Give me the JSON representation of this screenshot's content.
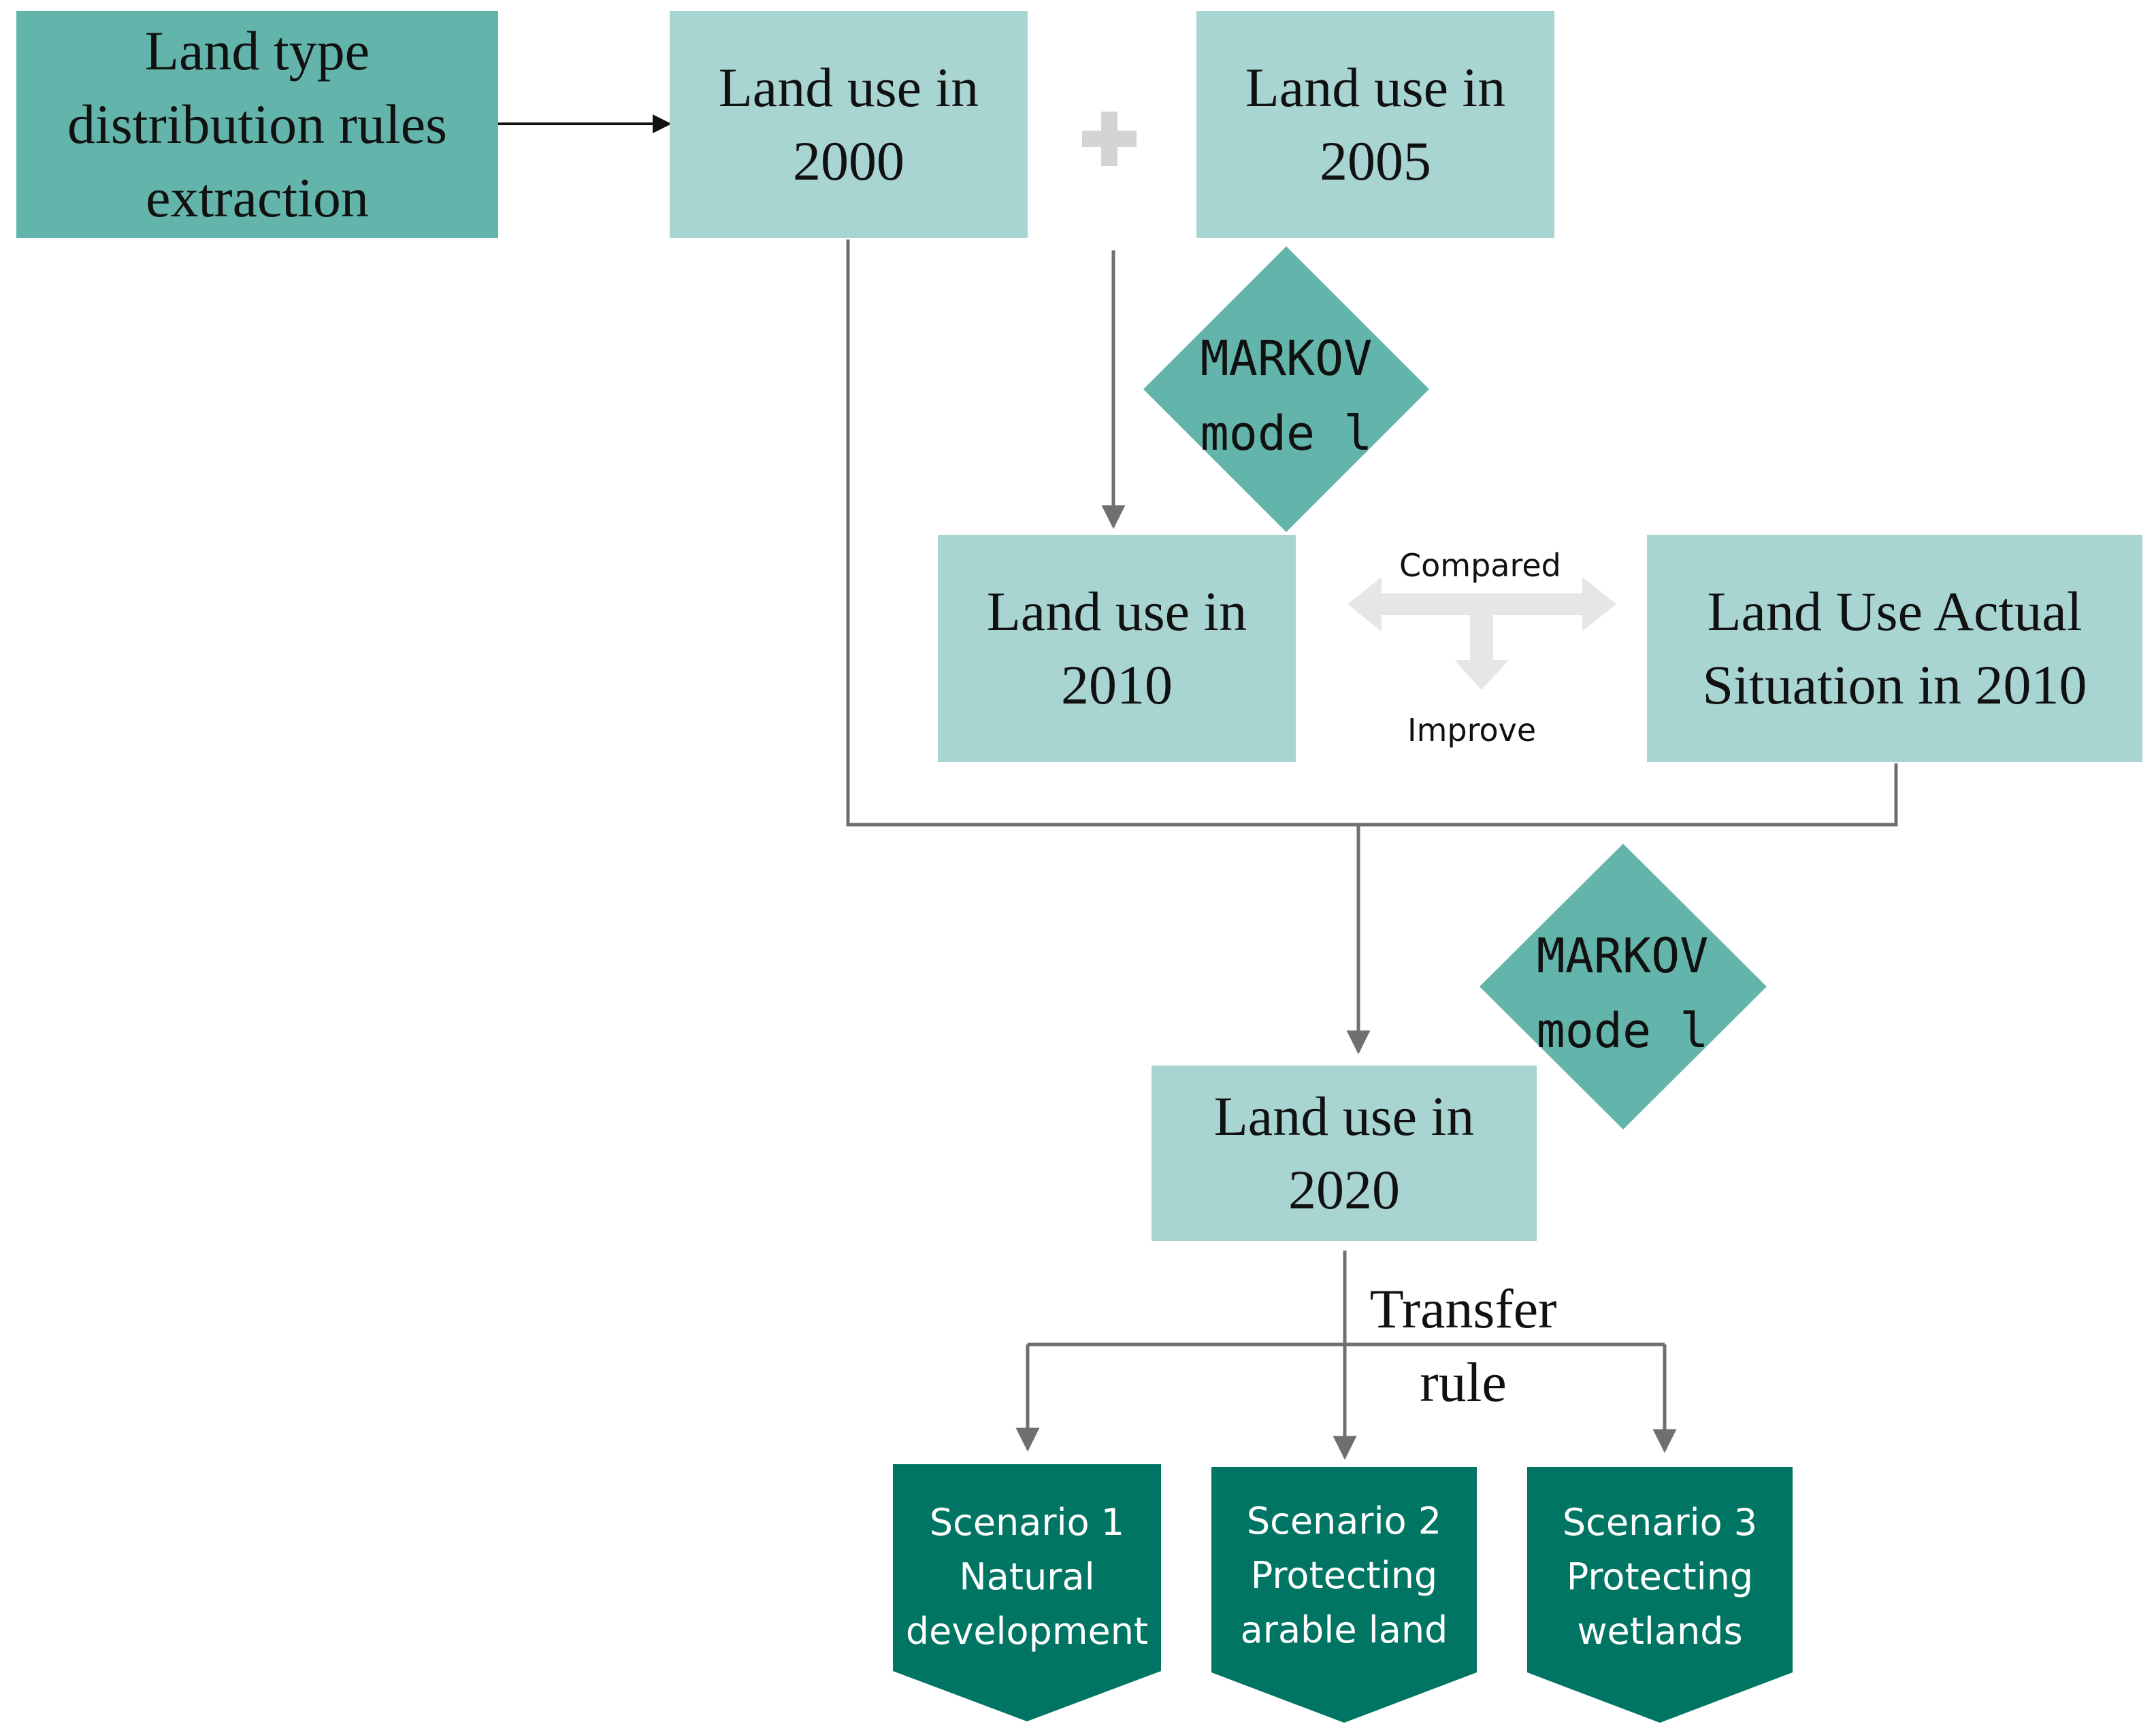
{
  "colors": {
    "dark_teal": "#63b5ab",
    "light_teal": "#a8d5d2",
    "scenario_green": "#007563",
    "connector_gray": "#6f6f6f",
    "arrow_light_gray": "#e6e6e6",
    "plus_gray": "#d4d4d4"
  },
  "nodes": {
    "rules": "Land type\ndistribution rules\nextraction",
    "lu2000": "Land use in\n2000",
    "lu2005": "Land use in\n2005",
    "lu2010": "Land use in\n2010",
    "actual2010": "Land Use Actual\nSituation in 2010",
    "lu2020": "Land use in\n2020"
  },
  "markov": {
    "upper": "MARKOV\nmode l",
    "lower": "MARKOV\nmode l"
  },
  "labels": {
    "compared": "Compared",
    "improve": "Improve",
    "transfer_rule": "Transfer\nrule"
  },
  "scenarios": [
    {
      "text": "Scenario 1\nNatural\ndevelopment"
    },
    {
      "text": "Scenario 2\nProtecting\narable land"
    },
    {
      "text": "Scenario 3\nProtecting\nwetlands"
    }
  ]
}
